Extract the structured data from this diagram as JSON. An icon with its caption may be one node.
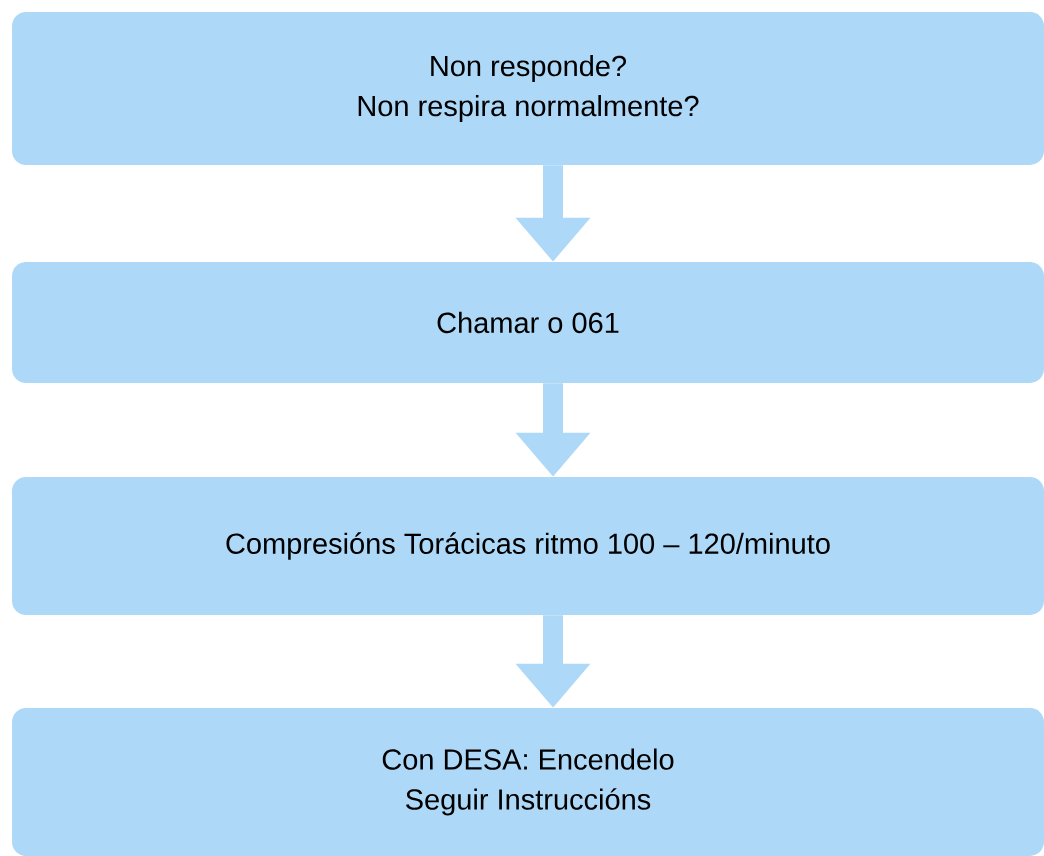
{
  "diagram": {
    "nodes": [
      {
        "text": [
          "Non responde?",
          "Non respira normalmente?"
        ]
      },
      {
        "text": [
          "Chamar o 061"
        ]
      },
      {
        "text": [
          "Compresións Torácicas ritmo 100 – 120/minuto"
        ]
      },
      {
        "text": [
          "Con DESA: Encendelo",
          "Seguir Instruccións"
        ]
      }
    ],
    "edges": [
      {
        "from": 0,
        "to": 1,
        "arrow": "to"
      },
      {
        "from": 1,
        "to": 2,
        "arrow": "to"
      },
      {
        "from": 2,
        "to": 3,
        "arrow": "to"
      }
    ]
  }
}
